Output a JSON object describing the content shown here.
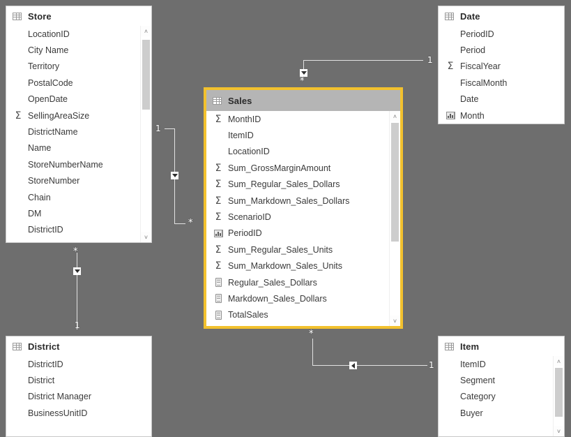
{
  "background_color": "#6e6e6e",
  "selection_color": "#f2c12e",
  "tables": [
    {
      "name": "Store",
      "selected": false,
      "icon": "table-icon",
      "scrollbar": {
        "visible": true,
        "up": "˄",
        "down": "˅",
        "thumb_top_pct": 4,
        "thumb_height_pct": 32
      },
      "fields": [
        {
          "label": "LocationID",
          "icon": "none"
        },
        {
          "label": "City Name",
          "icon": "none"
        },
        {
          "label": "Territory",
          "icon": "none"
        },
        {
          "label": "PostalCode",
          "icon": "none"
        },
        {
          "label": "OpenDate",
          "icon": "none"
        },
        {
          "label": "SellingAreaSize",
          "icon": "sigma-icon"
        },
        {
          "label": "DistrictName",
          "icon": "none"
        },
        {
          "label": "Name",
          "icon": "none"
        },
        {
          "label": "StoreNumberName",
          "icon": "none"
        },
        {
          "label": "StoreNumber",
          "icon": "none"
        },
        {
          "label": "Chain",
          "icon": "none"
        },
        {
          "label": "DM",
          "icon": "none"
        },
        {
          "label": "DistrictID",
          "icon": "none"
        }
      ]
    },
    {
      "name": "Sales",
      "selected": true,
      "icon": "table-icon",
      "scrollbar": {
        "visible": true,
        "up": "˄",
        "down": "˅",
        "thumb_top_pct": 5,
        "thumb_height_pct": 55
      },
      "fields": [
        {
          "label": "MonthID",
          "icon": "sigma-icon"
        },
        {
          "label": "ItemID",
          "icon": "none"
        },
        {
          "label": "LocationID",
          "icon": "none"
        },
        {
          "label": "Sum_GrossMarginAmount",
          "icon": "sigma-icon"
        },
        {
          "label": "Sum_Regular_Sales_Dollars",
          "icon": "sigma-icon"
        },
        {
          "label": "Sum_Markdown_Sales_Dollars",
          "icon": "sigma-icon"
        },
        {
          "label": "ScenarioID",
          "icon": "sigma-icon"
        },
        {
          "label": "PeriodID",
          "icon": "hierarchy-icon"
        },
        {
          "label": "Sum_Regular_Sales_Units",
          "icon": "sigma-icon"
        },
        {
          "label": "Sum_Markdown_Sales_Units",
          "icon": "sigma-icon"
        },
        {
          "label": "Regular_Sales_Dollars",
          "icon": "measure-icon"
        },
        {
          "label": "Markdown_Sales_Dollars",
          "icon": "measure-icon"
        },
        {
          "label": "TotalSales",
          "icon": "measure-icon"
        }
      ]
    },
    {
      "name": "Date",
      "selected": false,
      "icon": "table-icon",
      "scrollbar": {
        "visible": false,
        "up": "˄",
        "down": "˅",
        "thumb_top_pct": 0,
        "thumb_height_pct": 0
      },
      "fields": [
        {
          "label": "PeriodID",
          "icon": "none"
        },
        {
          "label": "Period",
          "icon": "none"
        },
        {
          "label": "FiscalYear",
          "icon": "sigma-icon"
        },
        {
          "label": "FiscalMonth",
          "icon": "none"
        },
        {
          "label": "Date",
          "icon": "none"
        },
        {
          "label": "Month",
          "icon": "hierarchy-icon"
        }
      ]
    },
    {
      "name": "District",
      "selected": false,
      "icon": "table-icon",
      "scrollbar": {
        "visible": false,
        "up": "˄",
        "down": "˅",
        "thumb_top_pct": 0,
        "thumb_height_pct": 0
      },
      "fields": [
        {
          "label": "DistrictID",
          "icon": "none"
        },
        {
          "label": "District",
          "icon": "none"
        },
        {
          "label": "District Manager",
          "icon": "none"
        },
        {
          "label": "BusinessUnitID",
          "icon": "none"
        }
      ]
    },
    {
      "name": "Item",
      "selected": false,
      "icon": "table-icon",
      "scrollbar": {
        "visible": true,
        "up": "˄",
        "down": "˅",
        "thumb_top_pct": 6,
        "thumb_height_pct": 62
      },
      "fields": [
        {
          "label": "ItemID",
          "icon": "none"
        },
        {
          "label": "Segment",
          "icon": "none"
        },
        {
          "label": "Category",
          "icon": "none"
        },
        {
          "label": "Buyer",
          "icon": "none"
        }
      ]
    }
  ],
  "relationships": [
    {
      "from": "Store",
      "to": "Sales",
      "from_cardinality": "1",
      "to_cardinality": "*",
      "cross_filter": "single"
    },
    {
      "from": "Date",
      "to": "Sales",
      "from_cardinality": "1",
      "to_cardinality": "*",
      "cross_filter": "single"
    },
    {
      "from": "Item",
      "to": "Sales",
      "from_cardinality": "1",
      "to_cardinality": "*",
      "cross_filter": "single"
    },
    {
      "from": "District",
      "to": "Store",
      "from_cardinality": "1",
      "to_cardinality": "*",
      "cross_filter": "single"
    }
  ],
  "cardinality_glyphs": {
    "one": "1",
    "many": "*"
  }
}
